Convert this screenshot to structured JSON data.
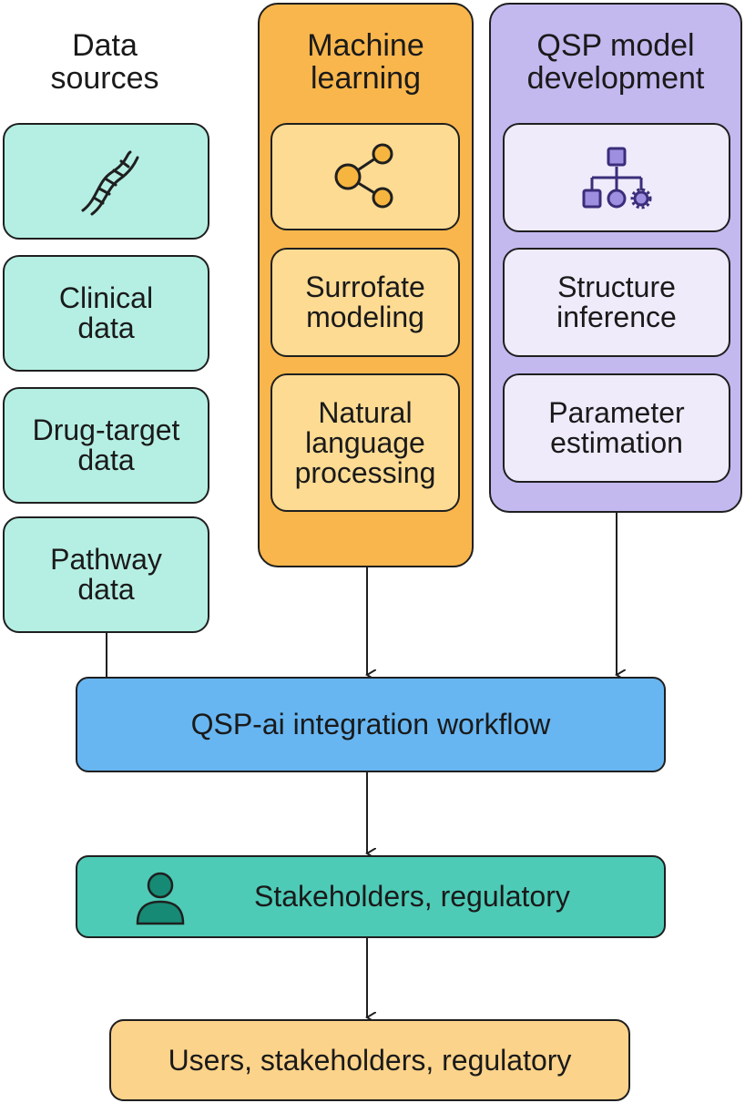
{
  "data_sources": {
    "title": "Data\nsources",
    "icon": "dna-icon",
    "items": [
      "Clinical\ndata",
      "Drug-target\ndata",
      "Pathway\ndata"
    ]
  },
  "machine_learning": {
    "title": "Machine\nlearning",
    "icon": "share-network-icon",
    "items": [
      "Surrofate\nmodeling",
      "Natural\nlanguage\nprocessing"
    ]
  },
  "qsp_model": {
    "title": "QSP model\ndevelopment",
    "icon": "hierarchy-icon",
    "items": [
      "Structure\ninference",
      "Parameter\nestimation"
    ]
  },
  "workflow": {
    "label": "QSP-ai integration workflow"
  },
  "stakeholders": {
    "label": "Stakeholders, regulatory",
    "icon": "user-icon"
  },
  "users": {
    "label": "Users, stakeholders, regulatory"
  },
  "colors": {
    "teal": "#b5efe3",
    "orange": "#f9b64c",
    "orange_light": "#fddb93",
    "purple": "#c3b9ef",
    "purple_light": "#efebfb",
    "blue": "#67b6f2",
    "green": "#4ecbb7",
    "peach": "#fcd38a"
  }
}
